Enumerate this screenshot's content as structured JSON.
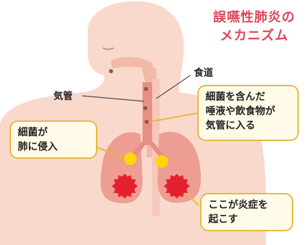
{
  "title": {
    "line1": "誤嚥性肺炎の",
    "line2": "メカニズム"
  },
  "labels": {
    "esophagus": "食道",
    "trachea": "気管"
  },
  "callouts": {
    "bacteria_saliva": [
      "細菌を含んだ",
      "唾液や飲食物が",
      "気管に入る"
    ],
    "bacteria_lung": [
      "細菌が",
      "肺に侵入"
    ],
    "inflammation": [
      "ここが炎症を",
      "起こす"
    ]
  },
  "colors": {
    "title": "#e0445a",
    "body": "#f9d9cc",
    "airway": "#f1b9aa",
    "lung": "#ee9d92",
    "bacteria": "#ffd800",
    "inflammation": "#e5202e",
    "callout_border": "#e6b93a",
    "callout_bg": "#fffbe8"
  }
}
